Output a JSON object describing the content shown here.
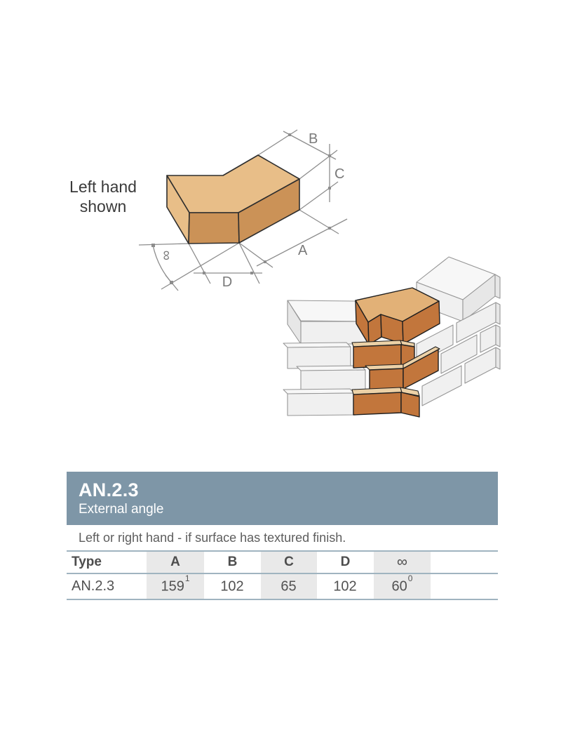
{
  "colors": {
    "header-bg": "#7e96a7",
    "table-rule": "#a0b4c0",
    "col-shade": "#e9e9e9",
    "dim-line": "#8d8d8d",
    "dim-text": "#7a7a7a",
    "brick-top": "#e8be88",
    "brick-front": "#cb9257",
    "brick-outline": "#2e2e2e",
    "wall-face": "#f0f0f0",
    "wall-top": "#f7f7f7",
    "wall-end": "#e7e7e7",
    "wall-outline": "#969696",
    "corner-top": "#e2b177",
    "corner-front": "#c2763c",
    "corner-sliver": "#ecd1a7"
  },
  "diagram": {
    "caption_line1": "Left hand",
    "caption_line2": "shown",
    "labels": {
      "a": "A",
      "b": "B",
      "c": "C",
      "d": "D",
      "angle": "∞"
    }
  },
  "product": {
    "code": "AN.2.3",
    "name": "External angle",
    "note": "Left or right hand - if surface has textured finish."
  },
  "table": {
    "headers": [
      {
        "label": "Type"
      },
      {
        "label": "A"
      },
      {
        "label": "B"
      },
      {
        "label": "C"
      },
      {
        "label": "D"
      },
      {
        "label": "∞"
      }
    ],
    "row": {
      "type": "AN.2.3",
      "cells": [
        {
          "value": "159",
          "sup": "1"
        },
        {
          "value": "102",
          "sup": ""
        },
        {
          "value": "65",
          "sup": ""
        },
        {
          "value": "102",
          "sup": ""
        },
        {
          "value": "60",
          "sup": "0"
        }
      ]
    }
  }
}
